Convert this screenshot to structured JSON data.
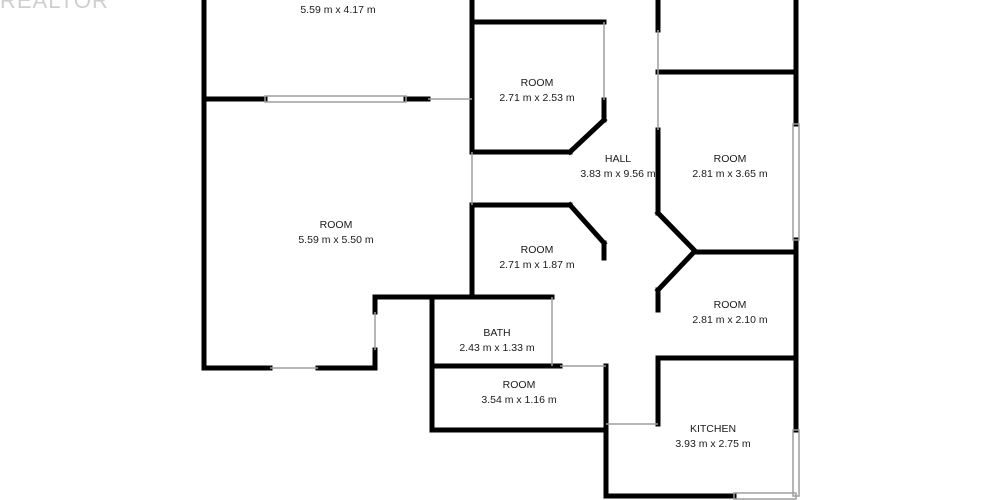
{
  "watermark": "REALTOR",
  "rooms": [
    {
      "id": "room-top-left",
      "name": "",
      "dims": "5.59 m x 4.17 m"
    },
    {
      "id": "room-mid-upper",
      "name": "ROOM",
      "dims": "2.71 m x 2.53 m"
    },
    {
      "id": "hall",
      "name": "HALL",
      "dims": "3.83 m x 9.56 m"
    },
    {
      "id": "room-right-upper",
      "name": "ROOM",
      "dims": "2.81 m x 3.65 m"
    },
    {
      "id": "room-large-left",
      "name": "ROOM",
      "dims": "5.59 m x 5.50 m"
    },
    {
      "id": "room-mid-lower",
      "name": "ROOM",
      "dims": "2.71 m x 1.87 m"
    },
    {
      "id": "room-right-lower",
      "name": "ROOM",
      "dims": "2.81 m x 2.10 m"
    },
    {
      "id": "bath",
      "name": "BATH",
      "dims": "2.43 m x 1.33 m"
    },
    {
      "id": "room-small-bottom",
      "name": "ROOM",
      "dims": "3.54 m x 1.16 m"
    },
    {
      "id": "kitchen",
      "name": "KITCHEN",
      "dims": "3.93 m x 2.75 m"
    }
  ],
  "colors": {
    "wall": "#000000",
    "background": "#ffffff",
    "window": "#bdbdbd",
    "text": "#1a1a1a"
  }
}
